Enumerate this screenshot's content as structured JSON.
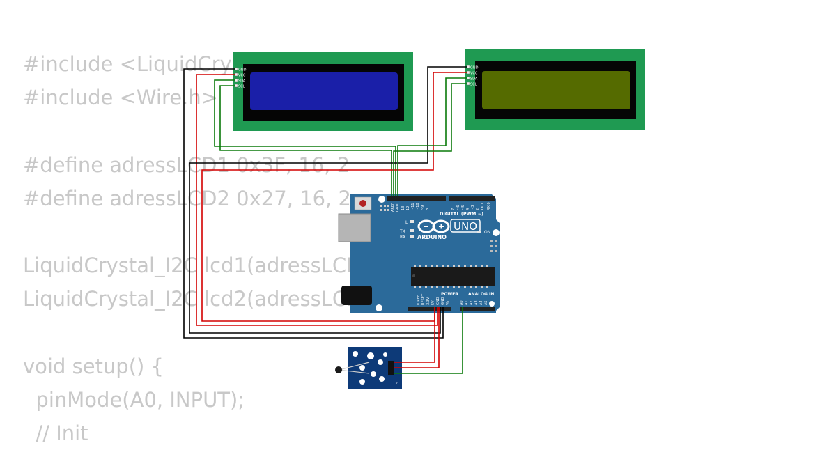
{
  "code_lines": [
    "#include <LiquidCrystal_I2C.h>",
    "#include <Wire.h>",
    "",
    "#define adressLCD1 0x3F, 16, 2",
    "#define adressLCD2 0x27, 16, 2",
    "",
    "LiquidCrystal_I2C lcd1(adressLCD1);",
    "LiquidCrystal_I2C lcd2(adressLCD2);",
    "",
    "void setup() {",
    "  pinMode(A0, INPUT);",
    "  // Init"
  ],
  "lcd1": {
    "screen_color": "#1a1fa8",
    "pins": [
      "GND",
      "VCC",
      "SDA",
      "SCL"
    ]
  },
  "lcd2": {
    "screen_color": "#556b00",
    "pins": [
      "GND",
      "VCC",
      "SDA",
      "SCL"
    ]
  },
  "arduino": {
    "board_color": "#2b6a9a",
    "model": "UNO",
    "brand": "ARDUINO",
    "digital_label": "DIGITAL (PWM ~)",
    "analog_label": "ANALOG IN",
    "power_label": "POWER",
    "on_label": "ON",
    "tx_label": "TX",
    "rx_label": "RX",
    "l_label": "L",
    "aref_label": "AREF",
    "gnd_label": "GND",
    "digital_pins": [
      "13",
      "12",
      "~11",
      "~10",
      "~9",
      "8",
      "7",
      "~6",
      "~5",
      "4",
      "~3",
      "2",
      "TX 1",
      "RX 0"
    ],
    "power_pins": [
      "IOREF",
      "RESET",
      "3.3V",
      "5V",
      "GND",
      "GND",
      "Vin"
    ],
    "analog_pins": [
      "A0",
      "A1",
      "A2",
      "A3",
      "A4",
      "A5"
    ]
  },
  "sensor": {
    "board_color": "#0d3a78",
    "pins": [
      "-",
      "",
      "S"
    ]
  },
  "wire_colors": {
    "gnd": "#000000",
    "vcc": "#d40000",
    "signal": "#0a7a0a"
  }
}
